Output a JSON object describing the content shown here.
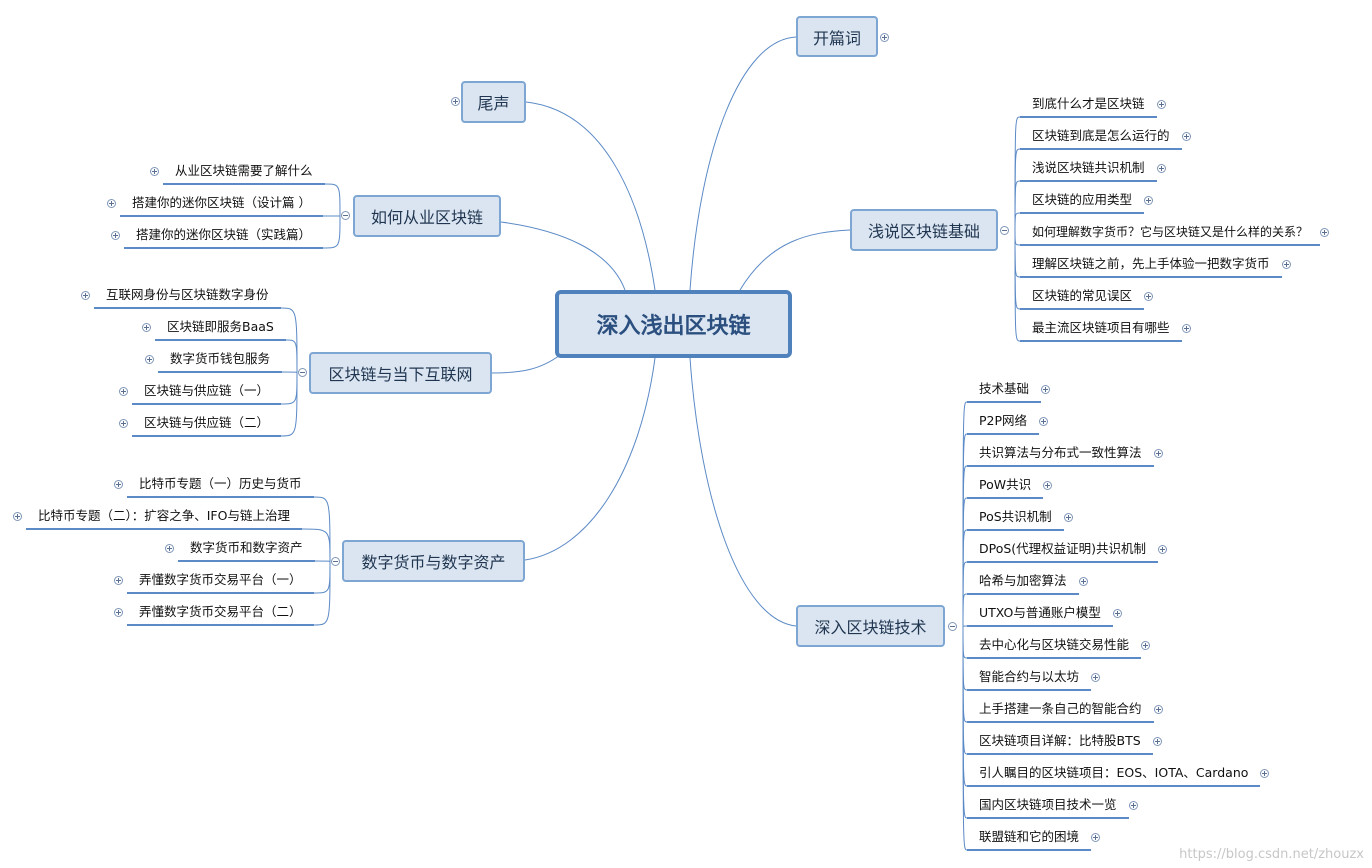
{
  "root": "深入浅出区块链",
  "branches": {
    "kaipian": {
      "label": "开篇词"
    },
    "weisheng": {
      "label": "尾声"
    },
    "qianshuo": {
      "label": "浅说区块链基础",
      "items": [
        "到底什么才是区块链",
        "区块链到底是怎么运行的",
        "浅说区块链共识机制",
        "区块链的应用类型",
        "如何理解数字货币？它与区块链又是什么样的关系？",
        "理解区块链之前，先上手体验一把数字货币",
        "区块链的常见误区",
        "最主流区块链项目有哪些"
      ]
    },
    "shenru": {
      "label": "深入区块链技术",
      "items": [
        "技术基础",
        "P2P网络",
        "共识算法与分布式一致性算法",
        "PoW共识",
        "PoS共识机制",
        "DPoS(代理权益证明)共识机制",
        "哈希与加密算法",
        "UTXO与普通账户模型",
        "去中心化与区块链交易性能",
        "智能合约与以太坊",
        "上手搭建一条自己的智能合约",
        "区块链项目详解：比特股BTS",
        "引人瞩目的区块链项目：EOS、IOTA、Cardano",
        "国内区块链项目技术一览",
        "联盟链和它的困境"
      ]
    },
    "congye": {
      "label": "如何从业区块链",
      "items": [
        "从业区块链需要了解什么",
        "搭建你的迷你区块链（设计篇 ）",
        "搭建你的迷你区块链（实践篇）"
      ]
    },
    "hulian": {
      "label": "区块链与当下互联网",
      "items": [
        "互联网身份与区块链数字身份",
        "区块链即服务BaaS",
        "数字货币钱包服务",
        "区块链与供应链（一）",
        "区块链与供应链（二）"
      ]
    },
    "shuzi": {
      "label": "数字货币与数字资产",
      "items": [
        "比特币专题（一）历史与货币",
        "比特币专题（二）：扩容之争、IFO与链上治理",
        "数字货币和数字资产",
        "弄懂数字货币交易平台（一）",
        "弄懂数字货币交易平台（二）"
      ]
    }
  },
  "watermark": "https://blog.csdn.net/zhouzx"
}
